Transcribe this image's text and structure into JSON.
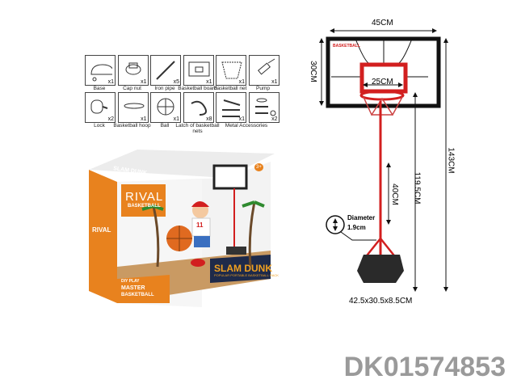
{
  "parts": [
    {
      "name": "Base",
      "qty": "x1",
      "icon": "base-icon"
    },
    {
      "name": "Cap nut",
      "qty": "x1",
      "icon": "cap-nut-icon"
    },
    {
      "name": "Iron pipe",
      "qty": "x5",
      "icon": "iron-pipe-icon"
    },
    {
      "name": "Basketball board",
      "qty": "x1",
      "icon": "board-icon"
    },
    {
      "name": "Basketball net",
      "qty": "x1",
      "icon": "net-icon"
    },
    {
      "name": "Pump",
      "qty": "x1",
      "icon": "pump-icon"
    },
    {
      "name": "Lock",
      "qty": "x2",
      "icon": "lock-icon"
    },
    {
      "name": "Basketball hoop",
      "qty": "x1",
      "icon": "hoop-icon"
    },
    {
      "name": "Ball",
      "qty": "x1",
      "icon": "ball-icon"
    },
    {
      "name": "Latch of basketball nets",
      "qty": "x8",
      "icon": "latch-icon"
    },
    {
      "name": "Metal Accessories",
      "qty": "x1",
      "icon": "wrench-icon"
    },
    {
      "name": "",
      "qty": "x2",
      "icon": "screws-icon"
    }
  ],
  "package": {
    "brand": "RIVAL",
    "brand_sub": "BASKETBALL",
    "top_title": "SLAM DUNK",
    "side_brand": "RIVAL",
    "main_title": "SLAM DUNK",
    "main_sub": "POPULAR PORTABLE BASKETBALL RACK",
    "diy": "DIY PLAY",
    "master": "MASTER",
    "master_sub": "BASKETBALL",
    "jersey": "11",
    "age": "3+"
  },
  "diagram": {
    "backboard_label": "BASKETBALL",
    "width": "45CM",
    "height": "30CM",
    "hoop": "25CM",
    "total_height": "143CM",
    "rim_height": "119.5CM",
    "pipe_length": "40CM",
    "diameter_label": "Diameter",
    "diameter_value": "1.9cm",
    "base_size": "42.5x30.5x8.5CM"
  },
  "product_code": "DK01574853",
  "colors": {
    "orange": "#e8821e",
    "red": "#d21f1f",
    "gray": "#9a9a9a"
  }
}
